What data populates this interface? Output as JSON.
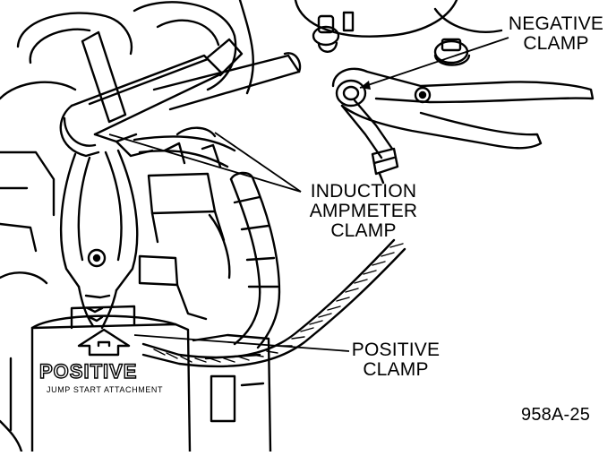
{
  "labels": {
    "negative_clamp": [
      "NEGATIVE",
      "CLAMP"
    ],
    "induction_clamp": [
      "INDUCTION",
      "AMPMETER",
      "CLAMP"
    ],
    "positive_clamp": [
      "POSITIVE",
      "CLAMP"
    ],
    "figure_id": "958A-25"
  },
  "pack_markings": {
    "brand": "POSITIVE",
    "sub": "JUMP START ATTACHMENT"
  },
  "colors": {
    "ink": "#000000",
    "paper": "#ffffff"
  }
}
